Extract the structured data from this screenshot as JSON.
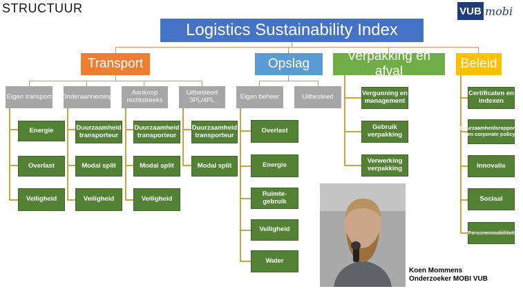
{
  "heading": "STRUCTUUR",
  "logo": {
    "vub": "VUB",
    "mobi": "mobi"
  },
  "title": "Logistics Sustainability Index",
  "categories": {
    "transport": {
      "label": "Transport",
      "color": "#ed7d31",
      "subs": [
        {
          "label": "Eigen transport",
          "items": [
            "Energie",
            "Overlast",
            "Veiligheid"
          ]
        },
        {
          "label": "Onderaanneming",
          "items": [
            "Duurzaamheid transporteur",
            "Modal split",
            "Veiligheid"
          ]
        },
        {
          "label": "Aankoop rechtstreeks",
          "items": [
            "Duurzaamheid transporteur",
            "Modal split",
            "Veiligheid"
          ]
        },
        {
          "label": "Uitbesteed 3PL/4PL",
          "items": [
            "Duurzaamheid transporteur",
            "Modal split"
          ]
        }
      ]
    },
    "opslag": {
      "label": "Opslag",
      "color": "#5b9bd5",
      "subs": [
        {
          "label": "Eigen beheer",
          "items": [
            "Overlast",
            "Energie",
            "Ruimte-gebruik",
            "Veiligheid",
            "Water"
          ]
        },
        {
          "label": "Uitbesteed",
          "items": []
        }
      ]
    },
    "verpakking": {
      "label": "Verpakking en afval",
      "color": "#70ad47",
      "items": [
        "Vergunning en management",
        "Gebruik verpakking",
        "Verwerking verpakking"
      ]
    },
    "beleid": {
      "label": "Beleid",
      "color": "#ffc000",
      "items": [
        "Certificaten en indexen",
        "Duurzaamheidsrapporten en corporate policy",
        "Innovatie",
        "Sociaal",
        "Personenmobiliteit"
      ]
    }
  },
  "person": {
    "name": "Koen Mommens",
    "role": "Onderzoeker MOBI VUB"
  }
}
